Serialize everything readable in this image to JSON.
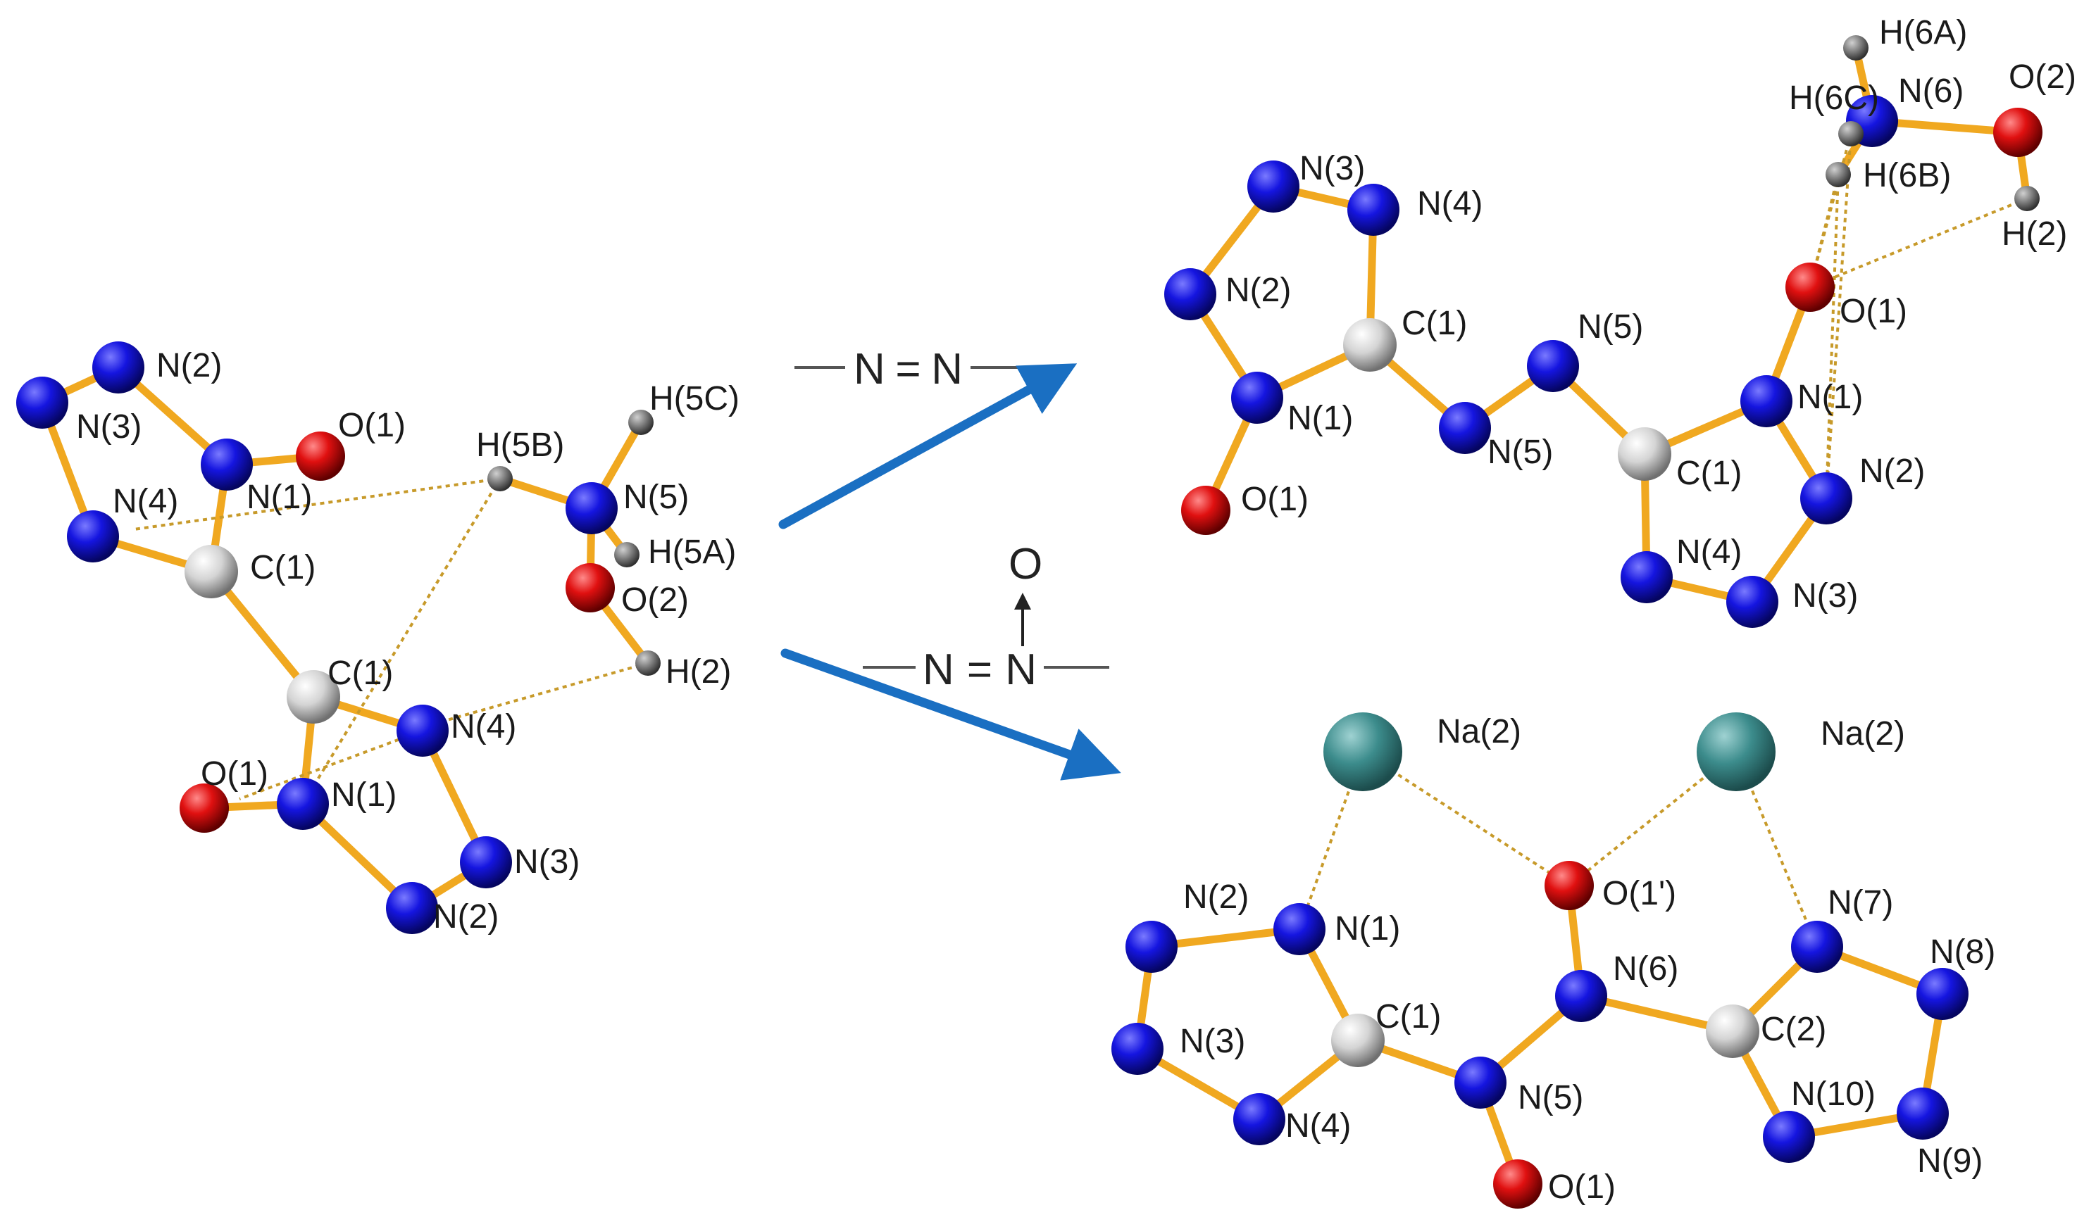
{
  "colors": {
    "nitrogen": "#1515e0",
    "oxygen": "#e01010",
    "carbon": "#d4d4d4",
    "hydrogen": "#808080",
    "sodium": "#3c8c8c",
    "bond": "#f0a820",
    "hbond": "#c79a2a",
    "arrow": "#1a6fc2"
  },
  "schemes": {
    "azo": "N=N",
    "azoxy_o": "O",
    "azoxy": "N=N"
  },
  "molecules": {
    "left": {
      "atoms": [
        "N(2)",
        "N(3)",
        "O(1)",
        "H(5B)",
        "H(5C)",
        "N(4)",
        "N(1)",
        "N(5)",
        "H(5A)",
        "C(1)",
        "O(2)",
        "C(1)",
        "H(2)",
        "N(4)",
        "O(1)",
        "N(1)",
        "N(3)",
        "N(2)"
      ]
    },
    "top_right": {
      "atoms": [
        "H(6A)",
        "H(6C)",
        "N(6)",
        "O(2)",
        "N(3)",
        "H(6B)",
        "N(4)",
        "H(2)",
        "N(2)",
        "C(1)",
        "N(5)",
        "O(1)",
        "N(1)",
        "N(5)",
        "N(1)",
        "C(1)",
        "N(2)",
        "O(1)",
        "N(4)",
        "N(3)"
      ]
    },
    "bottom_right": {
      "atoms": [
        "Na(2)",
        "Na(2)",
        "O(1')",
        "N(2)",
        "N(1)",
        "N(7)",
        "N(6)",
        "N(8)",
        "C(1)",
        "C(2)",
        "N(3)",
        "N(5)",
        "N(10)",
        "N(4)",
        "N(9)",
        "O(1)"
      ]
    }
  }
}
